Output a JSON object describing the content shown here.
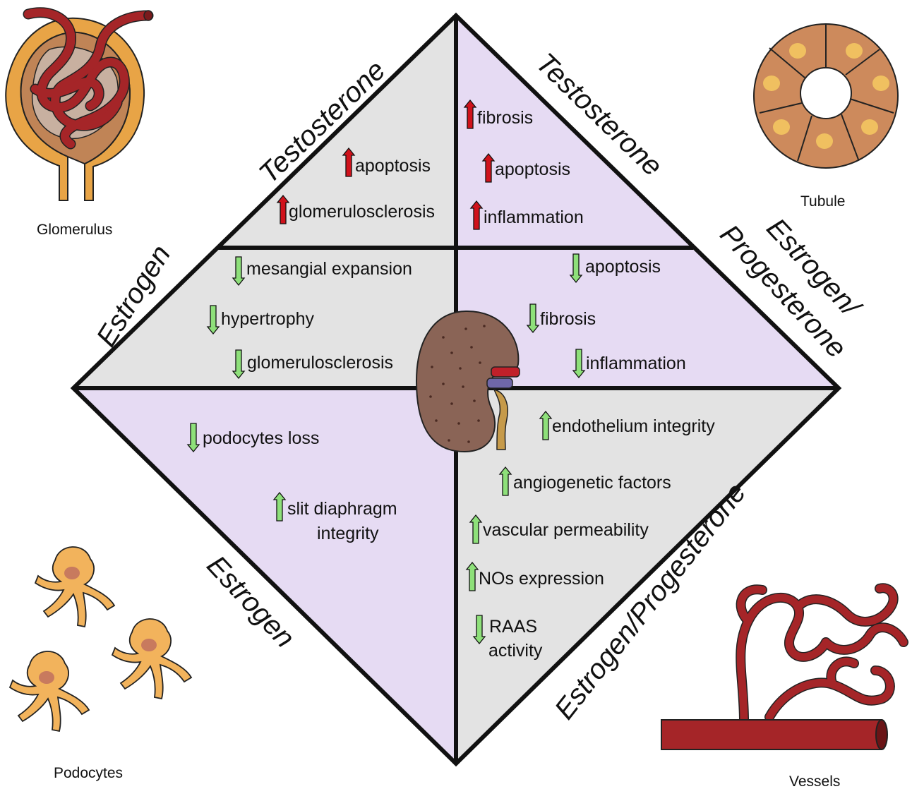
{
  "colors": {
    "panel_gray": "#e3e3e3",
    "panel_lilac": "#e6dbf3",
    "arrow_increase_harm": "#d0121b",
    "arrow_protective": "#8ee07a",
    "kidney_brown": "#8a6456",
    "vessel_red": "#a52528",
    "podocyte_orange": "#f2b35c",
    "tubule_brown": "#cd8a5c"
  },
  "hormone_labels": {
    "glomerulus_testosterone": "Testosterone",
    "tubule_testosterone": "Testosterone",
    "glomerulus_estrogen": "Estrogen",
    "tubule_estrogen_progesterone_line1": "Estrogen/",
    "tubule_estrogen_progesterone_line2": "Progesterone",
    "podocyte_estrogen": "Estrogen",
    "vessel_estrogen_progesterone": "Estrogen/Progesterone"
  },
  "icon_labels": {
    "glomerulus": "Glomerulus",
    "tubule": "Tubule",
    "podocytes": "Podocytes",
    "vessels": "Vessels"
  },
  "effects": {
    "glomerulus_testosterone": [
      {
        "text": "apoptosis",
        "direction": "up",
        "color": "red"
      },
      {
        "text": "glomerulosclerosis",
        "direction": "up",
        "color": "red"
      }
    ],
    "tubule_testosterone": [
      {
        "text": "fibrosis",
        "direction": "up",
        "color": "red"
      },
      {
        "text": "apoptosis",
        "direction": "up",
        "color": "red"
      },
      {
        "text": "inflammation",
        "direction": "up",
        "color": "red"
      }
    ],
    "glomerulus_estrogen": [
      {
        "text": "mesangial expansion",
        "direction": "down",
        "color": "green"
      },
      {
        "text": "hypertrophy",
        "direction": "down",
        "color": "green"
      },
      {
        "text": "glomerulosclerosis",
        "direction": "down",
        "color": "green"
      }
    ],
    "tubule_estrogen_progesterone": [
      {
        "text": "apoptosis",
        "direction": "down",
        "color": "green"
      },
      {
        "text": "fibrosis",
        "direction": "down",
        "color": "green"
      },
      {
        "text": "inflammation",
        "direction": "down",
        "color": "green"
      }
    ],
    "podocyte_estrogen": [
      {
        "text": "podocytes loss",
        "direction": "down",
        "color": "green"
      },
      {
        "text_line1": "slit diaphragm",
        "text_line2": "integrity",
        "direction": "up",
        "color": "green"
      }
    ],
    "vessel_estrogen_progesterone": [
      {
        "text": "endothelium integrity",
        "direction": "up",
        "color": "green"
      },
      {
        "text": "angiogenetic factors",
        "direction": "up",
        "color": "green"
      },
      {
        "text": "vascular permeability",
        "direction": "up",
        "color": "green"
      },
      {
        "text": "NOs expression",
        "direction": "up",
        "color": "green"
      },
      {
        "text_line1": "RAAS",
        "text_line2": "activity",
        "direction": "down",
        "color": "green"
      }
    ]
  }
}
